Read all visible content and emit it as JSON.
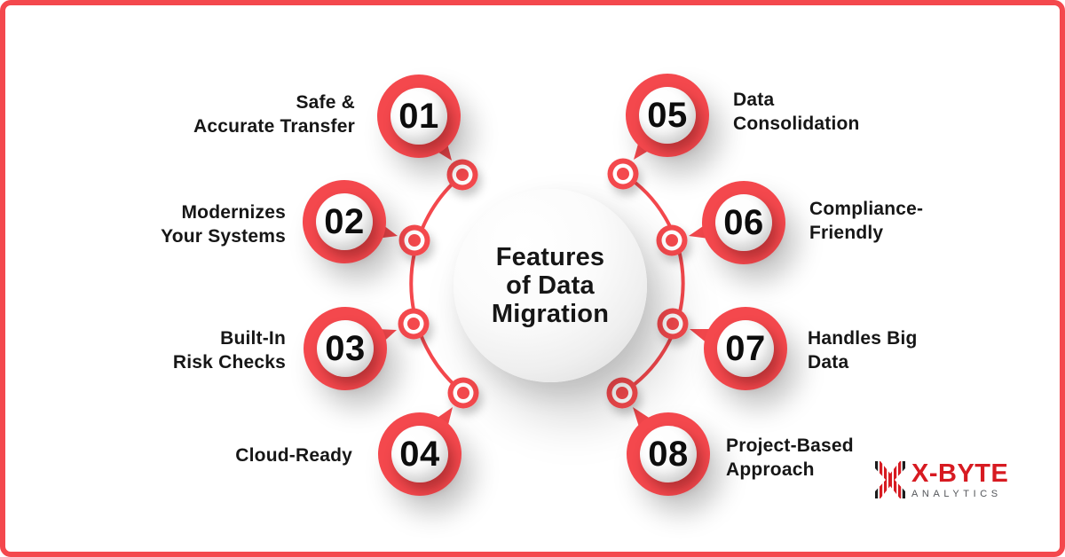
{
  "title": {
    "lines": [
      "Features",
      "of Data",
      "Migration"
    ]
  },
  "items": [
    {
      "number": "01",
      "lines": [
        "Safe &",
        "Accurate Transfer"
      ]
    },
    {
      "number": "02",
      "lines": [
        "Modernizes",
        "Your Systems"
      ]
    },
    {
      "number": "03",
      "lines": [
        "Built-In",
        "Risk Checks"
      ]
    },
    {
      "number": "04",
      "lines": [
        "Cloud-Ready"
      ]
    },
    {
      "number": "05",
      "lines": [
        "Data",
        "Consolidation"
      ]
    },
    {
      "number": "06",
      "lines": [
        "Compliance-",
        "Friendly"
      ]
    },
    {
      "number": "07",
      "lines": [
        "Handles Big",
        "Data"
      ]
    },
    {
      "number": "08",
      "lines": [
        "Project-Based",
        "Approach"
      ]
    }
  ],
  "logo": {
    "name": "X-BYTE",
    "subtext": "ANALYTICS"
  },
  "colors": {
    "accent": "#F4484D",
    "logo_red": "#D71A21",
    "logo_gray": "#54565A",
    "ink": "#161616"
  }
}
